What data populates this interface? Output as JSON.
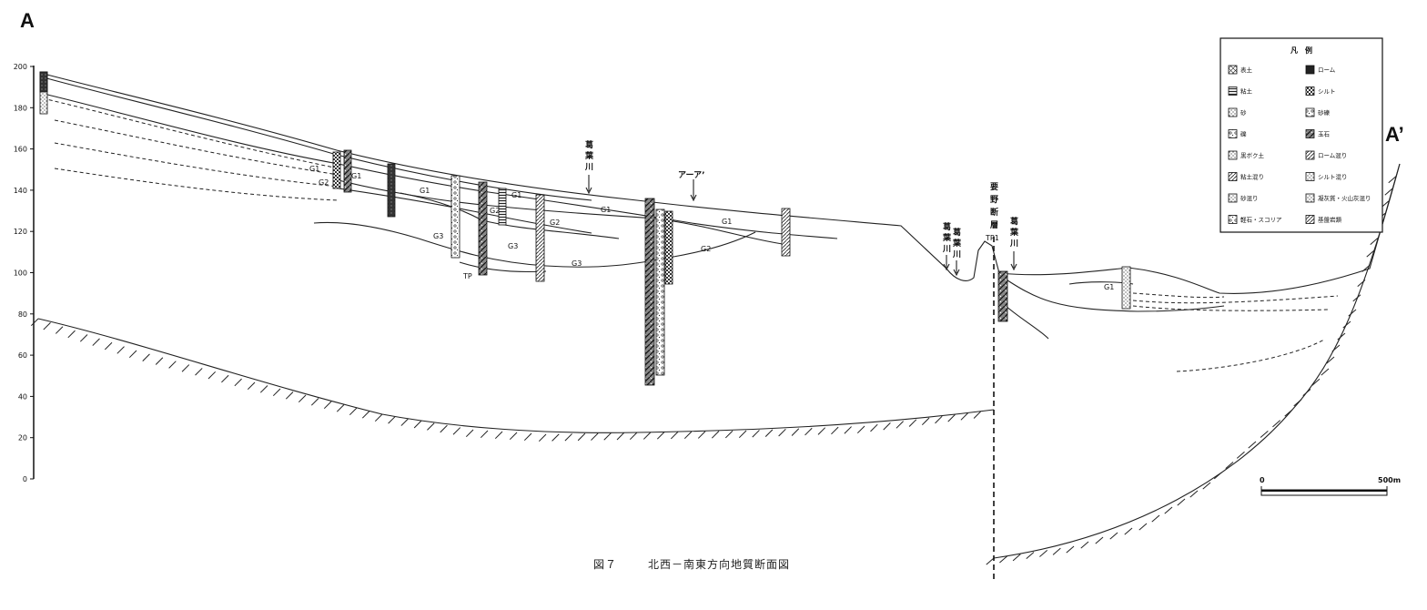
{
  "section": {
    "start_label": "A",
    "end_label": "A’",
    "caption_number": "図７",
    "caption_title": "北西－南東方向地質断面図"
  },
  "axis": {
    "ticks": [
      "200",
      "180",
      "160",
      "140",
      "120",
      "100",
      "80",
      "60",
      "40",
      "20",
      "0"
    ]
  },
  "units": {
    "g1": "G1",
    "g2": "G2",
    "g3": "G3",
    "tp": "TP",
    "tp1": "TP1"
  },
  "annotations": {
    "river_chars": [
      "葛",
      "葉",
      "川"
    ],
    "fault_chars": [
      "要",
      "野",
      "断",
      "層"
    ],
    "section_ref": "アーア’"
  },
  "legend": {
    "title": "凡　例",
    "items": [
      {
        "label": "表土",
        "icon": "topsoil-icon"
      },
      {
        "label": "ローム",
        "icon": "loam-icon"
      },
      {
        "label": "粘土",
        "icon": "clay-icon"
      },
      {
        "label": "シルト",
        "icon": "silt-icon"
      },
      {
        "label": "砂",
        "icon": "sand-icon"
      },
      {
        "label": "砂礫",
        "icon": "sandy-gravel-icon"
      },
      {
        "label": "礫",
        "icon": "gravel-icon"
      },
      {
        "label": "玉石",
        "icon": "boulder-icon"
      },
      {
        "label": "黒ボク土",
        "icon": "kuroboku-icon"
      },
      {
        "label": "ローム混り",
        "icon": "loam-mixed-icon"
      },
      {
        "label": "粘土混り",
        "icon": "clay-mixed-icon"
      },
      {
        "label": "シルト混り",
        "icon": "silt-mixed-icon"
      },
      {
        "label": "砂混り",
        "icon": "sand-mixed-icon"
      },
      {
        "label": "凝灰質・火山灰混り",
        "icon": "tuff-mixed-icon"
      },
      {
        "label": "軽石・スコリア",
        "icon": "pumice-icon"
      },
      {
        "label": "基盤岩類",
        "icon": "bedrock-icon"
      }
    ]
  },
  "scale": {
    "zero": "0",
    "length": "500m"
  }
}
